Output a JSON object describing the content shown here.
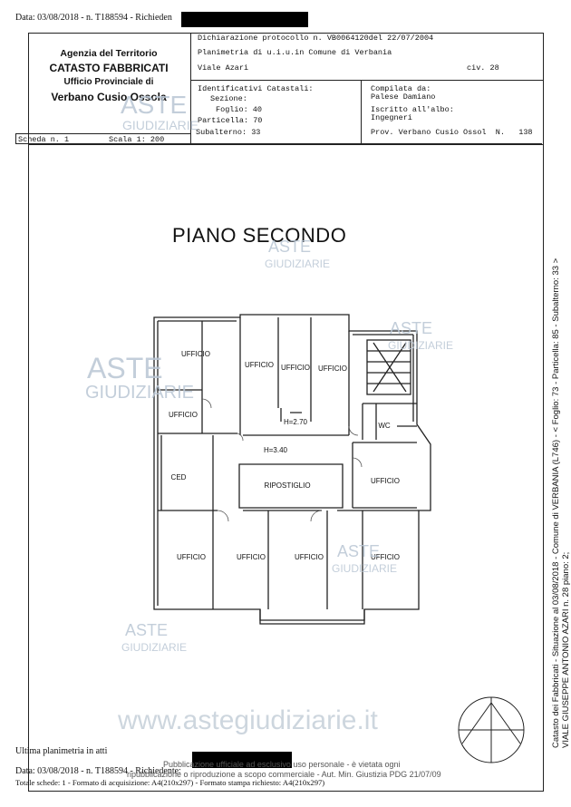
{
  "header": {
    "date_line": "Data: 03/08/2018 - n. T188594 - Richieden",
    "agency": "Agenzia del Territorio",
    "catasto": "CATASTO FABBRICATI",
    "office": "Ufficio Provinciale di",
    "province": "Verbano Cusio Ossola",
    "dichiarazione": "Dichiarazione protocollo n. VB0064120del  22/07/2004",
    "planimetria": "Planimetria di u.i.u.in Comune di Verbania",
    "address": "Viale Azari",
    "civ": "civ. 28",
    "identificativi_label": "Identificativi Catastali:",
    "sezione": "Sezione:",
    "foglio": "Foglio: 40",
    "particella": "Particella: 70",
    "subalterno": "Subalterno: 33",
    "compilata_label": "Compilata da:",
    "compilata_name": "Palese Damiano",
    "iscritto_label": "Iscritto all'albo:",
    "iscritto_value": "Ingegneri",
    "prov_line": "Prov. Verbano Cusio Ossol  N.   138",
    "scheda": "Scheda n. 1",
    "scala": "Scala 1: 200"
  },
  "plan": {
    "title": "PIANO SECONDO",
    "rooms": {
      "ufficio_1": "UFFICIO",
      "ufficio_2": "UFFICIO",
      "ufficio_3": "UFFICIO",
      "ufficio_4": "UFFICIO",
      "ufficio_5": "UFFICIO",
      "ced": "CED",
      "ripostiglio": "RIPOSTIGLIO",
      "wc": "WC",
      "ufficio_6": "UFFICIO",
      "ufficio_7": "UFFICIO",
      "ufficio_8": "UFFICIO",
      "ufficio_9": "UFFICIO",
      "ufficio_10": "UFFICIO",
      "h_270": "H=2.70",
      "h_340": "H=3.40"
    }
  },
  "side_text": {
    "line1": "Catasto dei Fabbricati - Situazione al 03/08/2018 - Comune di VERBANIA (L746) - < Foglio: 73 - Particella: 85 - Subalterno: 33 >",
    "line2": "VIALE GIUSEPPE ANTONIO AZARI n. 28 piano: 2;"
  },
  "footer": {
    "ultima": "Ultima planimetria in atti",
    "date_line": "Data: 03/08/2018 - n. T188594 - Richiedente:",
    "totale": "Totale schede: 1 - Formato di acquisizione: A4(210x297) - Formato stampa richiesto: A4(210x297)",
    "pubblicazione": "Pubblicazione ufficiale ad esclusivo uso personale - è vietata ogni",
    "ripubblicazione": "ripubblicazione o riproduzione a scopo commerciale - Aut. Min. Giustizia PDG 21/07/09"
  },
  "watermarks": {
    "aste": "ASTE",
    "giudiziarie": "GIUDIZIARIE",
    "site": "www.astegiudiziarie.it"
  }
}
